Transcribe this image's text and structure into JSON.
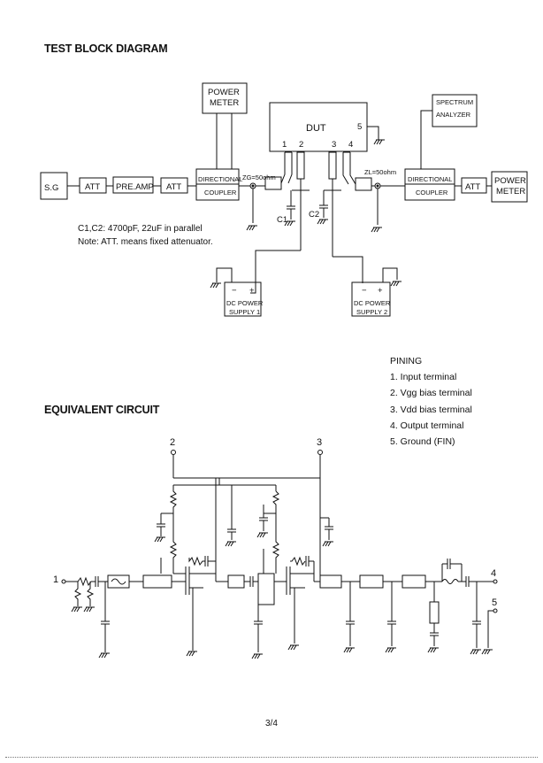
{
  "headings": {
    "test_block": "TEST BLOCK DIAGRAM",
    "equivalent": "EQUIVALENT CIRCUIT"
  },
  "blocks": {
    "power_meter_left": [
      "POWER",
      "METER"
    ],
    "dut": "DUT",
    "spectrum_analyzer": [
      "SPECTRUM",
      "ANALYZER"
    ],
    "sg": "S.G",
    "att": "ATT",
    "pre_amp": "PRE.AMP",
    "directional_coupler": [
      "DIRECTIONAL",
      "COUPLER"
    ],
    "power_meter_right": [
      "POWER",
      "METER"
    ],
    "dc_power_1": [
      "DC POWER",
      "SUPPLY 1"
    ],
    "dc_power_2": [
      "DC POWER",
      "SUPPLY 2"
    ],
    "polarity_minus": "−",
    "polarity_plus": "+"
  },
  "labels": {
    "zg": "ZG=50ohm",
    "zl": "ZL=50ohm",
    "c1": "C1",
    "c2": "C2",
    "dut_pins": [
      "1",
      "2",
      "3",
      "4"
    ],
    "dut_pin5": "5"
  },
  "notes": {
    "caps": "C1,C2: 4700pF, 22uF in parallel",
    "att": "Note: ATT. means fixed attenuator."
  },
  "pining": {
    "title": "PINING",
    "items": [
      "1. Input terminal",
      "2. Vgg bias terminal",
      "3. Vdd bias terminal",
      "4. Output terminal",
      "5. Ground (FIN)"
    ]
  },
  "circuit_labels": {
    "pin1": "1",
    "pin2": "2",
    "pin3": "3",
    "pin4": "4",
    "pin5": "5"
  },
  "page_number": "3/4"
}
